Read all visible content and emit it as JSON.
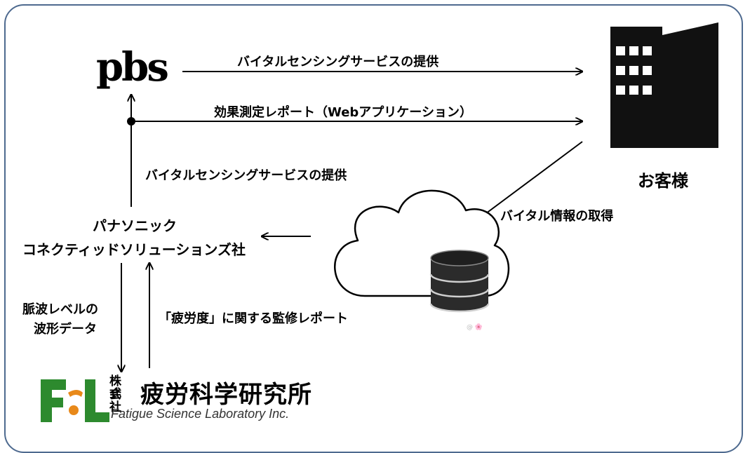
{
  "nodes": {
    "pbs_logo": "pbs",
    "customer": "お客様",
    "panasonic_line1": "パナソニック",
    "panasonic_line2": "コネクティッドソリューションズ社",
    "fsl_kabushiki_1": "株式",
    "fsl_kabushiki_2": "会社",
    "fsl_name_jp": "疲労科学研究所",
    "fsl_name_en": "Fatigue Science Laboratory Inc."
  },
  "edges": {
    "pbs_to_customer_service": "バイタルセンシングサービスの提供",
    "report_to_customer": "効果測定レポート（Webアプリケーション）",
    "panasonic_to_pbs_service": "バイタルセンシングサービスの提供",
    "customer_to_cloud": "バイタル情報の取得",
    "panasonic_to_fsl_line1": "脈波レベルの",
    "panasonic_to_fsl_line2": "波形データ",
    "fsl_to_panasonic": "「疲労度」に関する監修レポート"
  },
  "watermark": "@ 🌸"
}
